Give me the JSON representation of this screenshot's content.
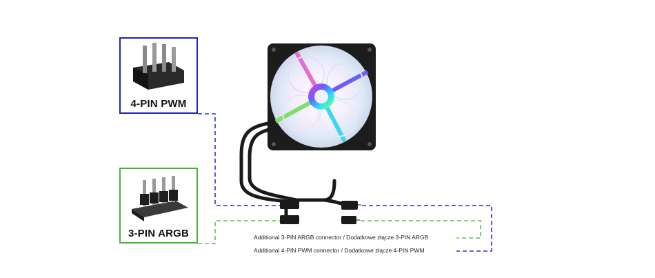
{
  "pwm_box": {
    "label": "4-PIN PWM",
    "border_color": "#1f24b8"
  },
  "argb_box": {
    "label": "3-PIN ARGB",
    "border_color": "#4caf3c"
  },
  "captions": {
    "argb": "Additional 3-PIN ARGB connector / Dodatkowe złącze 3-PIN ARGB",
    "pwm": "Additional 4-PIN PWM connector / Dodatkowe złącze 4-PIN PWM"
  },
  "colors": {
    "pwm_line": "#2a2fc4",
    "argb_line": "#5cc24c",
    "cable": "#1a1a1a"
  }
}
